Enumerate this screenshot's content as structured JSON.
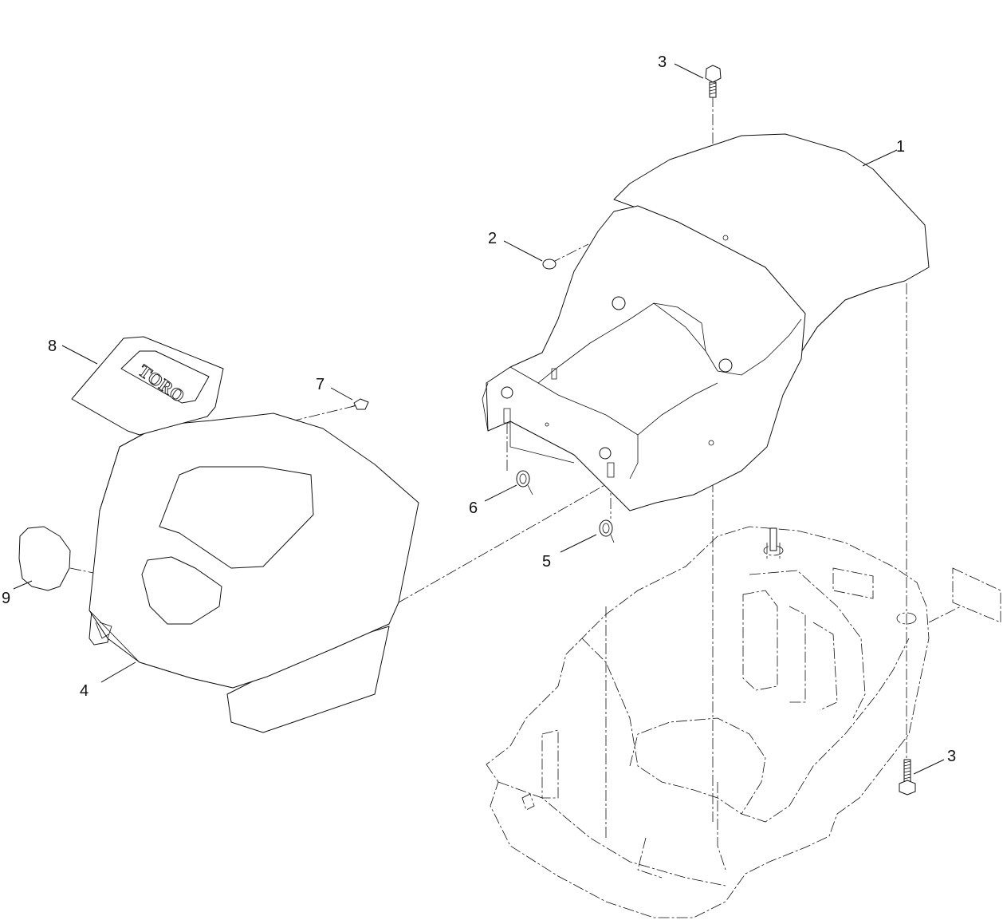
{
  "callouts": [
    {
      "id": "1",
      "label": "1"
    },
    {
      "id": "2",
      "label": "2"
    },
    {
      "id": "3-top",
      "label": "3"
    },
    {
      "id": "3-bottom",
      "label": "3"
    },
    {
      "id": "4",
      "label": "4"
    },
    {
      "id": "5",
      "label": "5"
    },
    {
      "id": "6",
      "label": "6"
    },
    {
      "id": "7",
      "label": "7"
    },
    {
      "id": "8",
      "label": "8"
    },
    {
      "id": "9",
      "label": "9"
    }
  ],
  "logo": {
    "text": "TORO"
  }
}
